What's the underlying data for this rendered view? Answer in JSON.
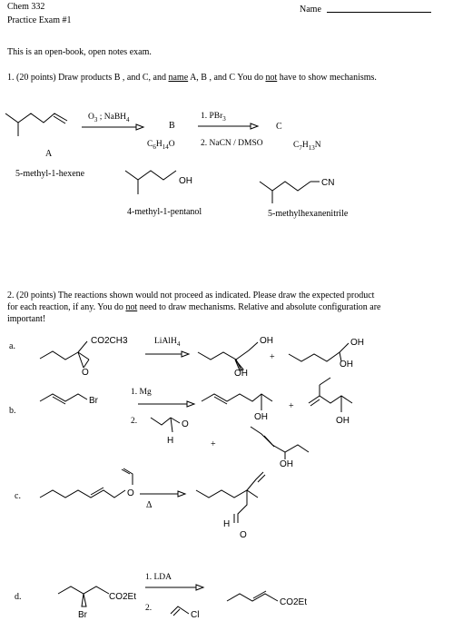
{
  "header": {
    "course": "Chem 332",
    "exam": "Practice Exam #1",
    "name_label": "Name"
  },
  "intro": "This is an open-book, open notes exam.",
  "q1": {
    "prompt_a": "1.  (20 points) Draw products B , and C, and ",
    "prompt_name": "name",
    "prompt_b": " A, B , and C  You do ",
    "prompt_not": "not",
    "prompt_c": " have to show mechanisms.",
    "reagent_1": "O3 ; NaBH4",
    "label_a": "A",
    "label_b": "B",
    "formula_b": "C6H14O",
    "reagent_2a": "1. PBr3",
    "reagent_2b": "2. NaCN / DMSO",
    "label_c": "C",
    "formula_c": "C7H13N",
    "name_a": "5-methyl-1-hexene",
    "name_b": "4-methyl-1-pentanol",
    "name_c": "5-methylhexanenitrile",
    "oh": "OH",
    "cn": "CN"
  },
  "q2": {
    "prompt_line1": "2.  (20 points)  The reactions shown would not proceed as indicated.  Please draw the expected product",
    "prompt_line2a": "for each reaction, if any.  You do ",
    "prompt_not": "not",
    "prompt_line2b": " need to draw mechanisms.  Relative and absolute configuration are",
    "prompt_line3": "important!",
    "a": {
      "label": "a.",
      "ester": "CO2CH3",
      "epoxide_o": "O",
      "reagent": "LiAlH4",
      "oh": "OH",
      "plus": "+"
    },
    "b": {
      "label": "b.",
      "br": "Br",
      "step1": "1. Mg",
      "step2": "2.",
      "o": "O",
      "h": "H",
      "oh": "OH",
      "plus": "+"
    },
    "c": {
      "label": "c.",
      "o": "O",
      "reagent": "Δ",
      "h": "H",
      "carbonyl_o": "O"
    },
    "d": {
      "label": "d.",
      "ester": "CO2Et",
      "br": "Br",
      "step1": "1. LDA",
      "step2": "2.",
      "cl": "Cl"
    }
  }
}
